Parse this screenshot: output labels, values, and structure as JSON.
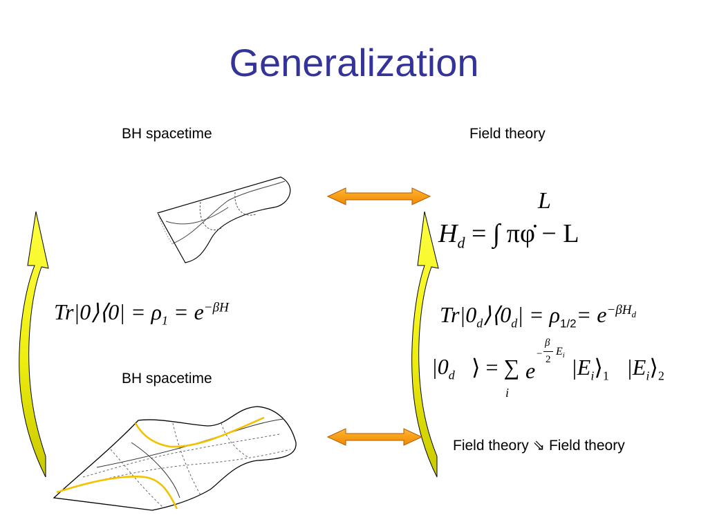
{
  "slide": {
    "title": "Generalization",
    "left_top_label": "BH spacetime",
    "right_top_label": "Field theory",
    "left_bottom_label": "BH spacetime",
    "right_bottom_label": "Field theory ⇘ Field theory"
  },
  "colors": {
    "title": "#333399",
    "arrow_fill": "#ff9900",
    "arrow_outline": "#cc6600",
    "curved_arrow_light": "#ffff33",
    "curved_arrow_dark": "#cccc00",
    "geodesic": "#f2c200"
  },
  "equations": {
    "h_upper": "L",
    "h_lhs": "H",
    "h_sub": "d",
    "h_rhs": "= ∫ πφ̇ − L",
    "left_trace_main": "Tr|0⟩⟨0| = ρ",
    "left_trace_sub": "1",
    "left_trace_tail": " = e",
    "left_trace_sup": "−βH",
    "right_trace_main": "Tr|0",
    "right_trace_sub1": "d",
    "right_trace_mid": "⟩⟨0",
    "right_trace_sub2": "d",
    "right_trace_mid2": "| = ρ",
    "right_trace_sub3": "1/2",
    "right_trace_tail": "= e",
    "right_trace_sup": "−βH",
    "right_trace_sup_sub": "d",
    "tfd_lhs": "|0",
    "tfd_lhs_sub": "d",
    "tfd_eq": "⟩ = ∑",
    "tfd_sum_index": "i",
    "tfd_exp_base": "e",
    "tfd_exp_frac_num": "β",
    "tfd_exp_frac_den": "2",
    "tfd_exp_sign": "−",
    "tfd_exp_E": "E",
    "tfd_exp_E_sub": "i",
    "tfd_ket1": "|E",
    "tfd_ket1_sub": "i",
    "tfd_ket1_outer": "1",
    "tfd_ket2": "|E",
    "tfd_ket2_sub": "i",
    "tfd_ket2_outer": "2"
  }
}
